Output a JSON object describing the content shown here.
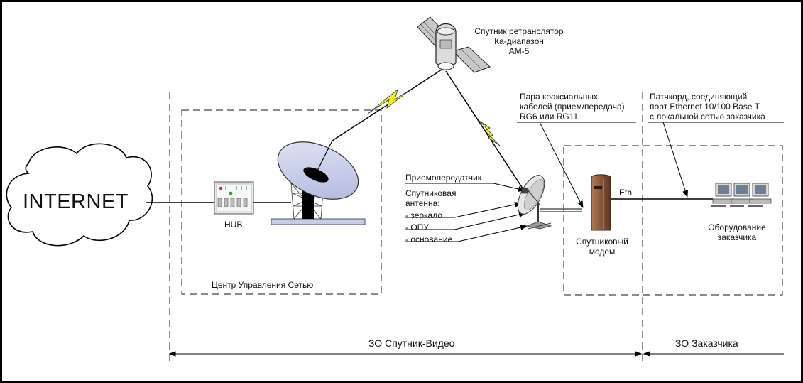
{
  "internet": {
    "label": "INTERNET"
  },
  "hub": {
    "label": "HUB"
  },
  "ncc": {
    "label": "Центр Управления Сетью"
  },
  "satellite": {
    "lines": [
      "Спутник ретранслятор",
      "Ка-диапазон",
      "АМ-5"
    ]
  },
  "coax": {
    "lines": [
      "Пара коаксиальных",
      "кабелей (прием/передача)",
      "RG6 или RG11"
    ]
  },
  "patchcord": {
    "lines": [
      "Патчкорд,  соединяющий",
      "порт Ethernet 10/100 Base T",
      "с локальной сетью заказчика"
    ]
  },
  "transceiver": {
    "label": "Приемопередатчик"
  },
  "antenna": {
    "lines": [
      "Спутниковая",
      "антенна:",
      "- зеркало",
      "- ОПУ",
      "- основание"
    ]
  },
  "modem": {
    "lines": [
      "Спутниковый",
      "модем"
    ],
    "port_label": "Eth."
  },
  "customer_equipment": {
    "lines": [
      "Оборудование",
      "заказчика"
    ]
  },
  "zones": {
    "provider": "ЗО  Спутник-Видео",
    "customer": "ЗО  Заказчика"
  },
  "colors": {
    "lightning": "#f2ee1e",
    "dish": "#c6cbe8",
    "outline": "#000000",
    "modem": "#8b5a3c"
  },
  "icons": [
    "cloud-icon",
    "hub-icon",
    "dish-icon",
    "satellite-icon",
    "small-dish-icon",
    "modem-icon",
    "computer-icon"
  ]
}
